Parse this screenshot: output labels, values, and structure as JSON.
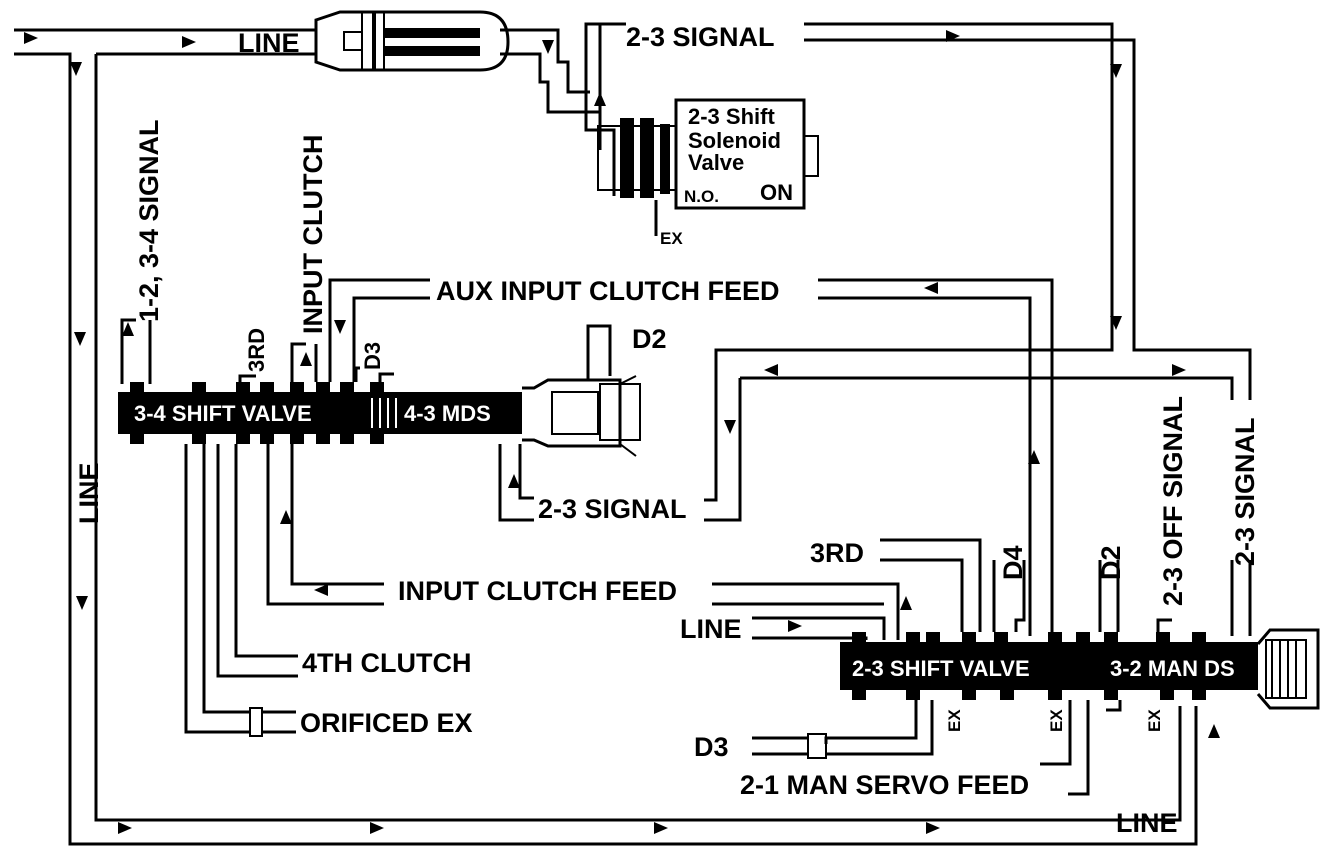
{
  "diagram": {
    "colors": {
      "ink": "#000000",
      "paper": "#ffffff"
    },
    "solenoid": {
      "title_line1": "2-3 Shift",
      "title_line2": "Solenoid",
      "title_line3": "Valve",
      "type": "N.O.",
      "state": "ON",
      "exhaust": "EX"
    },
    "valves": {
      "shift_34": "3-4 SHIFT VALVE",
      "mds_43": "4-3 MDS",
      "shift_23": "2-3 SHIFT VALVE",
      "man_ds_32": "3-2 MAN DS"
    },
    "labels": {
      "line_top": "LINE",
      "line_left": "LINE",
      "line_mid": "LINE",
      "line_bottom": "LINE",
      "signal_23_top": "2-3 SIGNAL",
      "signal_23_mid": "2-3 SIGNAL",
      "signal_23_right": "2-3 SIGNAL",
      "signal_off_23": "2-3 OFF SIGNAL",
      "signal_12_34": "1-2, 3-4 SIGNAL",
      "input_clutch": "INPUT CLUTCH",
      "aux_input_clutch_feed": "AUX INPUT CLUTCH FEED",
      "third_left": "3RD",
      "d3_left": "D3",
      "d2_top": "D2",
      "input_clutch_feed": "INPUT CLUTCH FEED",
      "fourth_clutch": "4TH CLUTCH",
      "orificed_ex": "ORIFICED EX",
      "third_right": "3RD",
      "d4": "D4",
      "d2_right": "D2",
      "d3_bottom": "D3",
      "man_servo_feed_21": "2-1 MAN SERVO FEED",
      "ex_1": "EX",
      "ex_2": "EX",
      "ex_3": "EX"
    }
  }
}
